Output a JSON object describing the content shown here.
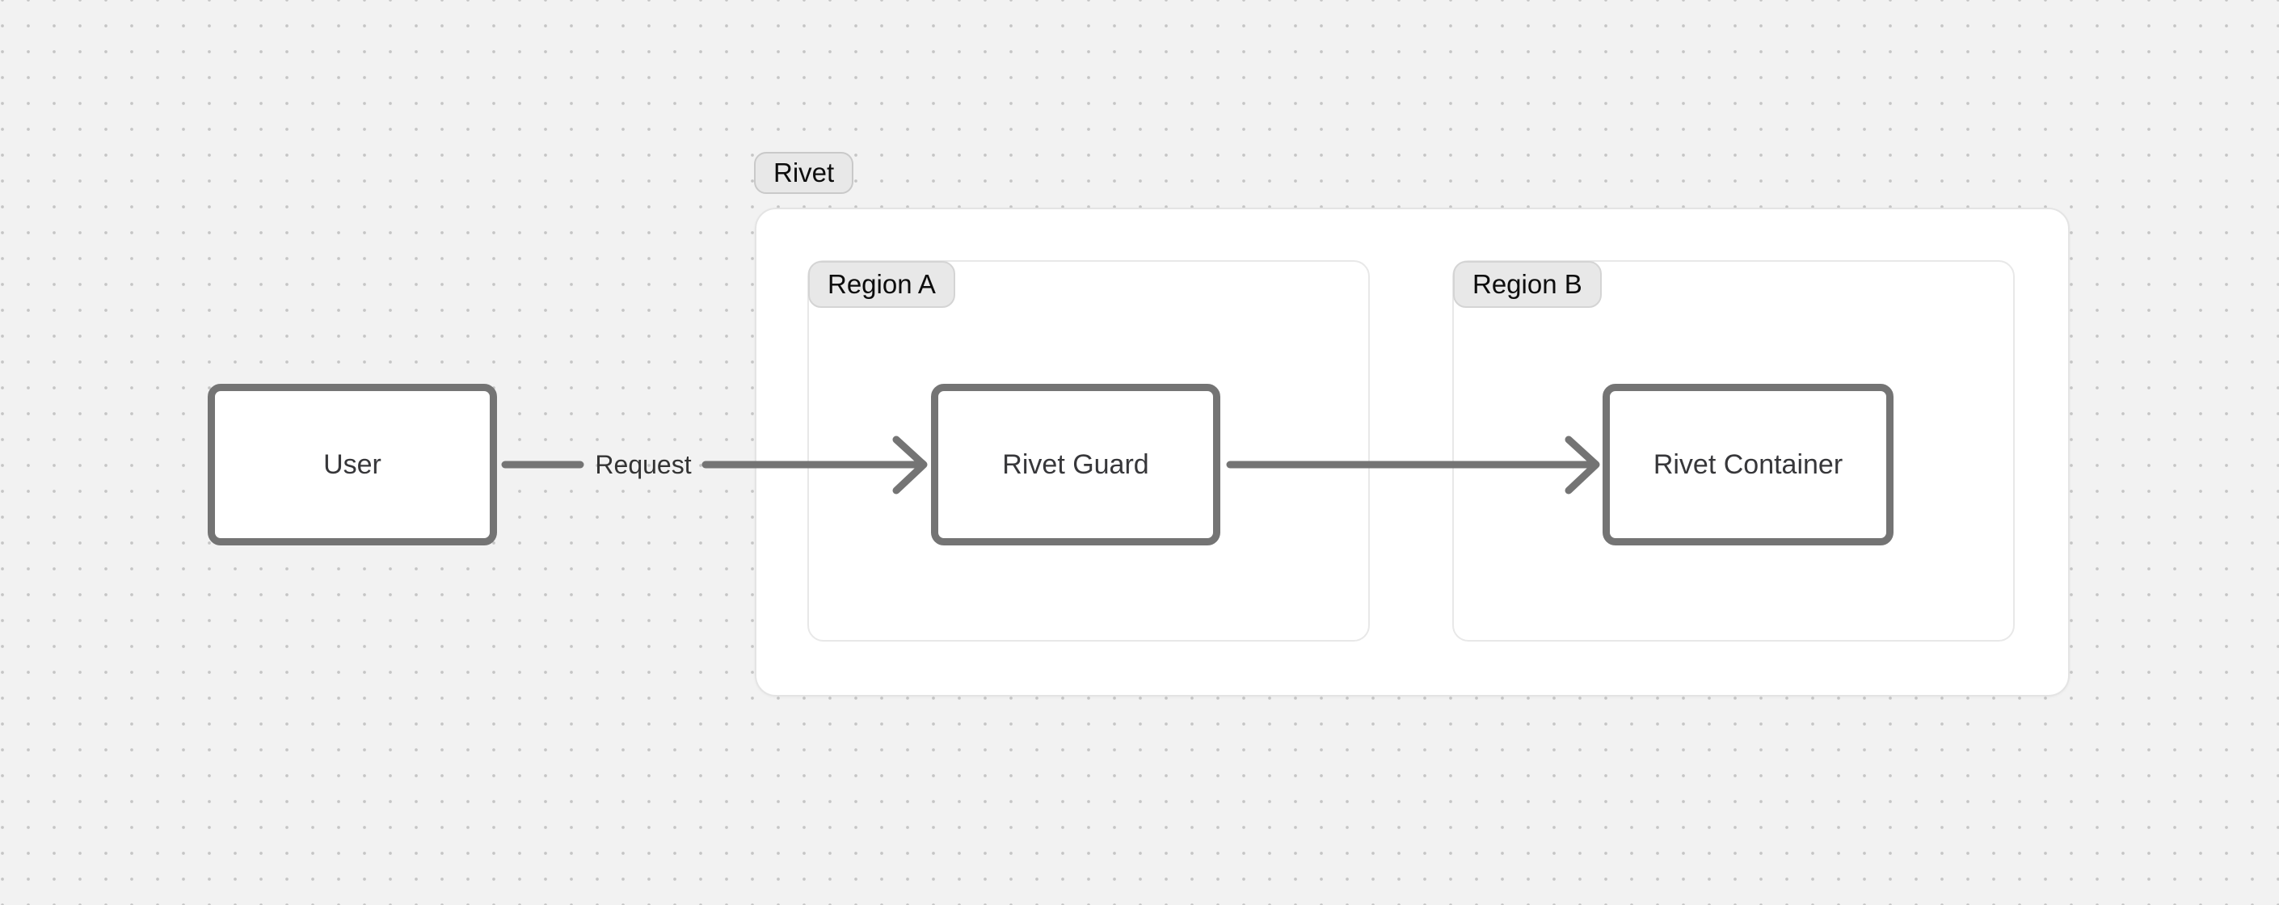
{
  "diagram": {
    "group": {
      "label": "Rivet"
    },
    "regions": [
      {
        "label": "Region A"
      },
      {
        "label": "Region B"
      }
    ],
    "nodes": [
      {
        "label": "User"
      },
      {
        "label": "Rivet Guard"
      },
      {
        "label": "Rivet Container"
      }
    ],
    "edges": [
      {
        "label": "Request",
        "from": "User",
        "to": "Rivet Guard"
      },
      {
        "label": "",
        "from": "Rivet Guard",
        "to": "Rivet Container"
      }
    ],
    "colors": {
      "canvas_background": "#f2f2f2",
      "canvas_dot": "#c5c5c5",
      "node_border": "#747474",
      "arrow": "#747474",
      "container_fill": "#ffffff",
      "container_border": "#e4e4e4",
      "pill_fill": "#e8e8e8",
      "pill_border": "#c9c9c9",
      "text": "#37373a"
    }
  }
}
